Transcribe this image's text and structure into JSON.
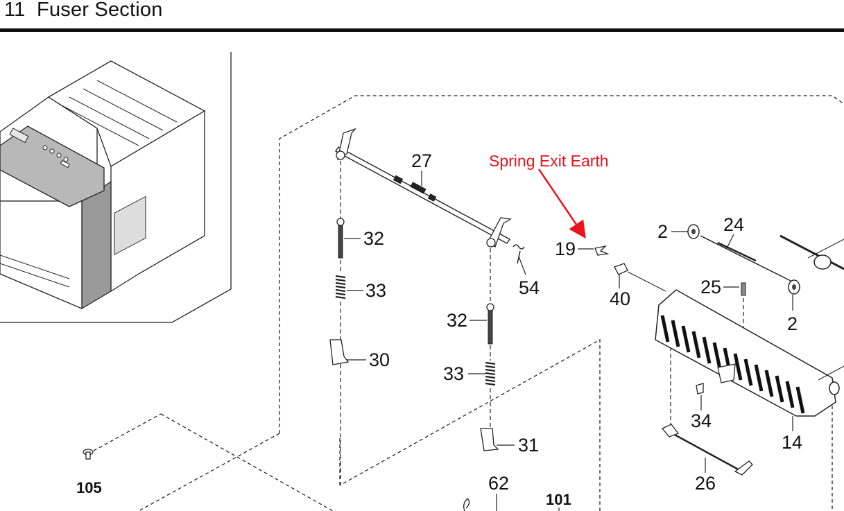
{
  "header": {
    "section_number": "11",
    "section_title": "Fuser Section"
  },
  "callout": {
    "text": "Spring Exit Earth",
    "color": "#e8141b"
  },
  "part_labels": [
    {
      "id": "p27",
      "text": "27"
    },
    {
      "id": "p32a",
      "text": "32"
    },
    {
      "id": "p33a",
      "text": "33"
    },
    {
      "id": "p30",
      "text": "30"
    },
    {
      "id": "p54",
      "text": "54"
    },
    {
      "id": "p32b",
      "text": "32"
    },
    {
      "id": "p33b",
      "text": "33"
    },
    {
      "id": "p31",
      "text": "31"
    },
    {
      "id": "p19",
      "text": "19"
    },
    {
      "id": "p40",
      "text": "40"
    },
    {
      "id": "p2a",
      "text": "2"
    },
    {
      "id": "p24",
      "text": "24"
    },
    {
      "id": "p25",
      "text": "25"
    },
    {
      "id": "p2b",
      "text": "2"
    },
    {
      "id": "p34",
      "text": "34"
    },
    {
      "id": "p14",
      "text": "14"
    },
    {
      "id": "p26",
      "text": "26"
    },
    {
      "id": "p62",
      "text": "62"
    },
    {
      "id": "p101",
      "text": "101"
    },
    {
      "id": "p105",
      "text": "105"
    }
  ]
}
